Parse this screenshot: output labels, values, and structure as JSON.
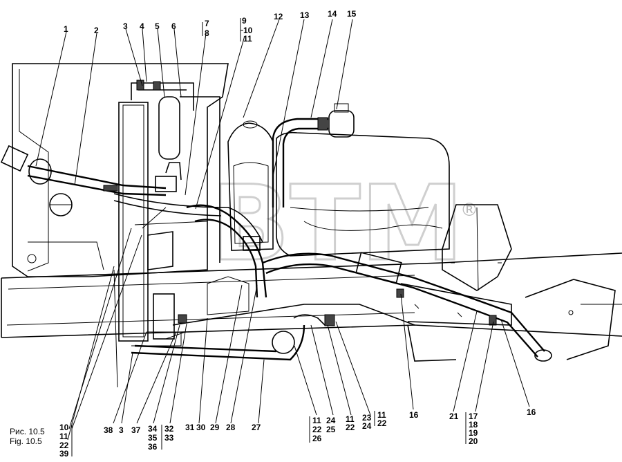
{
  "caption": {
    "ru": "Рис. 10.5",
    "en": "Fig. 10.5"
  },
  "watermark": {
    "text": "BTM",
    "registered": "®"
  },
  "callouts_top": [
    "1",
    "2",
    "3",
    "4",
    "5",
    "6",
    "7",
    "8",
    "9",
    "10",
    "11",
    "12",
    "13",
    "14",
    "15"
  ],
  "callouts_bottom": [
    "38",
    "3",
    "37",
    "34",
    "35",
    "36",
    "32",
    "33",
    "31",
    "30",
    "29",
    "28",
    "27",
    "11",
    "22",
    "26",
    "24",
    "25",
    "11",
    "22",
    "23",
    "24",
    "11",
    "22",
    "16",
    "21",
    "17",
    "18",
    "19",
    "20",
    "16"
  ],
  "callouts_left_stack": [
    "10",
    "11",
    "22",
    "39"
  ]
}
